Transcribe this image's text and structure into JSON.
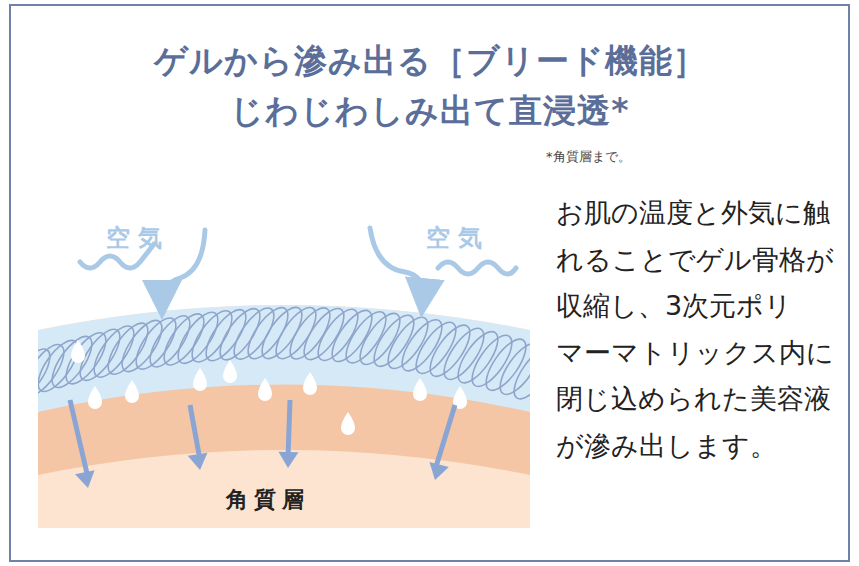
{
  "diagram": {
    "title": "ゲルから滲み出る［ブリード機能］ じわじわしみ出て直浸透*",
    "nodes": [
      {
        "text": [
          "角質層"
        ]
      }
    ],
    "labels": [
      "*角質層まで。",
      "空気",
      "空気",
      "お肌の温度と外気に触れることでゲル骨格が収縮し、3次元ポリマーマトリックス内に閉じ込められた美容液が滲み出します。"
    ]
  }
}
